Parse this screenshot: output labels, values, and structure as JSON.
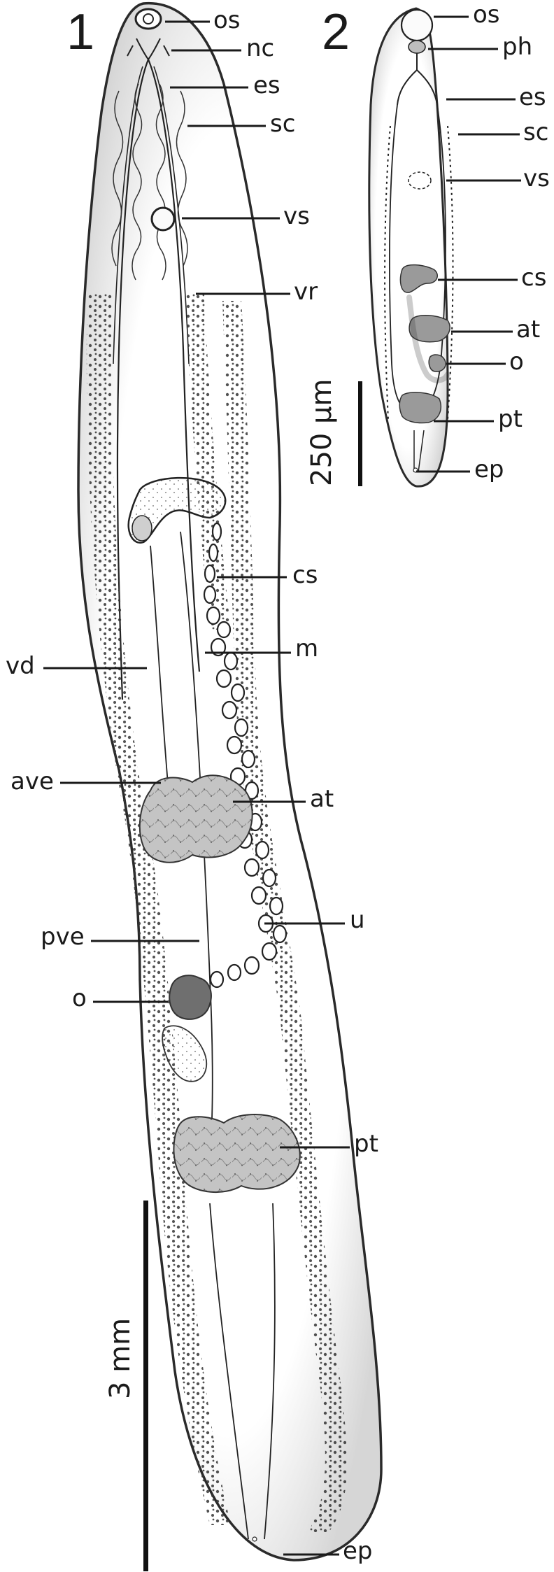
{
  "figure": {
    "panels": [
      {
        "number": "1",
        "scale_bar": "3 mm",
        "labels": {
          "os": "os",
          "nc": "nc",
          "es": "es",
          "sc": "sc",
          "vs": "vs",
          "vr": "vr",
          "cs": "cs",
          "m": "m",
          "vd": "vd",
          "ave": "ave",
          "at": "at",
          "u": "u",
          "pve": "pve",
          "o": "o",
          "pt": "pt",
          "ep": "ep"
        }
      },
      {
        "number": "2",
        "scale_bar": "250 µm",
        "labels": {
          "os": "os",
          "ph": "ph",
          "es": "es",
          "sc": "sc",
          "vs": "vs",
          "cs": "cs",
          "at": "at",
          "o": "o",
          "pt": "pt",
          "ep": "ep"
        }
      }
    ],
    "colors": {
      "outline": "#2a2a2a",
      "body_fill": "#f3f3f3",
      "organ_fill": "#b8b8b8",
      "ovary_fill": "#777777",
      "text": "#1a1a1a"
    }
  }
}
